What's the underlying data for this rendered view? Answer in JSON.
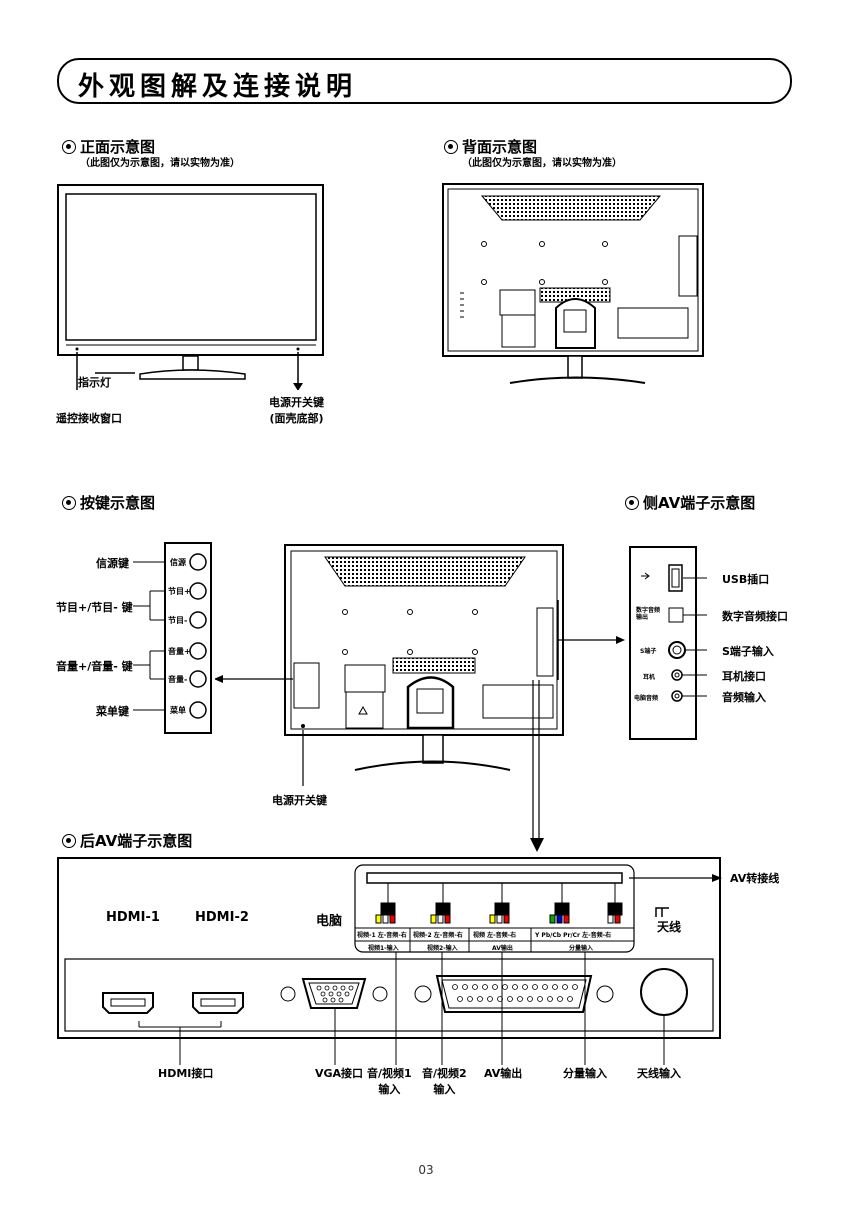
{
  "title": "外观图解及连接说明",
  "front": {
    "heading": "正面示意图",
    "note": "（此图仅为示意图，请以实物为准）",
    "indicator": "指示灯",
    "remote_window": "遥控接收窗口",
    "power_key_line1": "电源开关键",
    "power_key_line2": "(面壳底部)"
  },
  "back": {
    "heading": "背面示意图",
    "note": "（此图仅为示意图，请以实物为准）"
  },
  "buttons": {
    "heading": "按键示意图",
    "source_key": "信源键",
    "program_key": "节目+/节目- 键",
    "volume_key": "音量+/音量- 键",
    "menu_key": "菜单键",
    "panel_labels": [
      "信源",
      "节目+",
      "节目-",
      "音量+",
      "音量-",
      "菜单"
    ],
    "power_key": "电源开关键"
  },
  "side_av": {
    "heading": "侧AV端子示意图",
    "usb": "USB插口",
    "digital_audio": "数字音频接口",
    "s_video": "S端子输入",
    "headphone": "耳机接口",
    "audio_in": "音频输入",
    "panel_labels": [
      "数字音频输出",
      "S端子",
      "耳机",
      "电脑音频"
    ]
  },
  "rear_av": {
    "heading": "后AV端子示意图",
    "av_cable": "AV转接线",
    "hdmi1": "HDMI-1",
    "hdmi2": "HDMI-2",
    "pc": "电脑",
    "antenna": "天线",
    "row1": [
      "视频-1 左-音频-右",
      "视频-2 左-音频-右",
      "视频 左-音频-右",
      "Y  Pb/Cb  Pr/Cr   左-音频-右"
    ],
    "row2": [
      "视频1-输入",
      "视频2-输入",
      "AV输出",
      "分量输入"
    ],
    "bottom": {
      "hdmi": "HDMI接口",
      "vga": "VGA接口",
      "av1_line1": "音/视频1",
      "av1_line2": "输入",
      "av2_line1": "音/视频2",
      "av2_line2": "输入",
      "av_out": "AV输出",
      "component": "分量输入",
      "antenna_in": "天线输入"
    }
  },
  "page_number": "03"
}
